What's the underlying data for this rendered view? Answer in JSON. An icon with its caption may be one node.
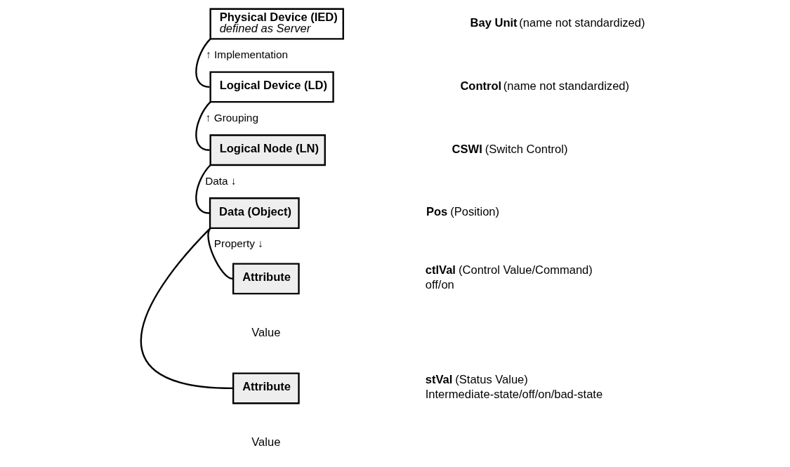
{
  "diagram": {
    "nodes": [
      {
        "text": [
          "Physical Device (IED)",
          "defined as Server"
        ]
      },
      {
        "text": [
          "Logical Device (LD)"
        ]
      },
      {
        "text": [
          "Logical Node (LN)"
        ]
      },
      {
        "text": [
          "Data (Object)"
        ]
      },
      {
        "text": [
          "Attribute"
        ],
        "beside": [
          "Value"
        ]
      },
      {
        "text": [
          "Attribute"
        ],
        "beside": [
          "Value"
        ]
      }
    ],
    "edges": [
      {
        "from": 0,
        "to": 1,
        "arrow": "none",
        "label": "↑ Implementation"
      },
      {
        "from": 1,
        "to": 2,
        "arrow": "none",
        "label": "↑ Grouping"
      },
      {
        "from": 2,
        "to": 3,
        "arrow": "none",
        "label": "Data ↓"
      },
      {
        "from": 3,
        "to": 4,
        "arrow": "none",
        "label": "Property ↓"
      },
      {
        "from": 3,
        "to": 5,
        "arrow": "none"
      }
    ],
    "labels": [
      "**Bay Unit** (name not standardized)",
      "**Control** (name not standardized)",
      "**CSWI** (Switch Control)",
      "**Pos** (Position)",
      "**ctlVal** (Control Value/Command)",
      "off/on",
      "**stVal** (Status Value)",
      "Intermediate-state/off/on/bad-state"
    ]
  }
}
